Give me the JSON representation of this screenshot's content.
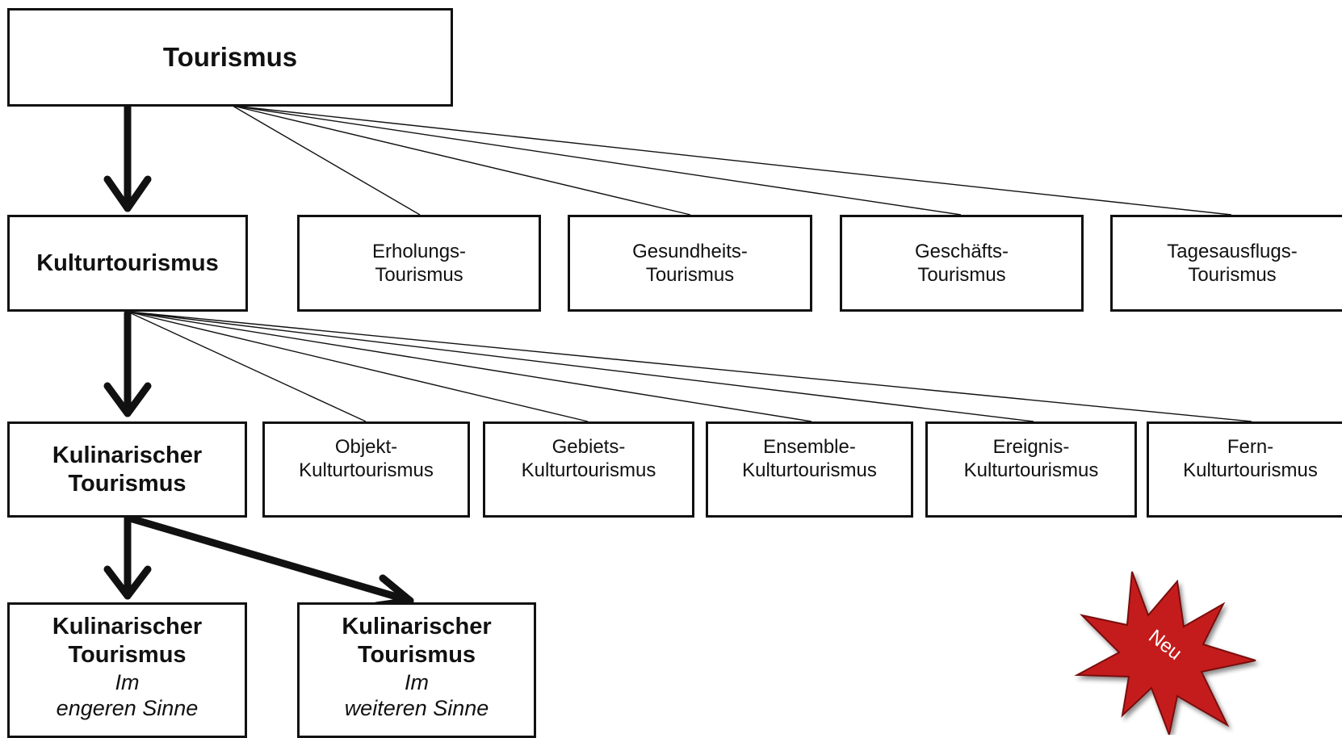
{
  "nodes": {
    "tourismus": "Tourismus",
    "kulturtourismus": "Kulturtourismus",
    "erholung": [
      "Erholungs-",
      "Tourismus"
    ],
    "gesundheit": [
      "Gesundheits-",
      "Tourismus"
    ],
    "geschaeft": [
      "Geschäfts-",
      "Tourismus"
    ],
    "tagesausflug": [
      "Tagesausflugs-",
      "Tourismus"
    ],
    "kulinarisch": [
      "Kulinarischer",
      "Tourismus"
    ],
    "objekt": [
      "Objekt-",
      "Kulturtourismus"
    ],
    "gebiet": [
      "Gebiets-",
      "Kulturtourismus"
    ],
    "ensemble": [
      "Ensemble-",
      "Kulturtourismus"
    ],
    "ereignis": [
      "Ereignis-",
      "Kulturtourismus"
    ],
    "fern": [
      "Fern-",
      "Kulturtourismus"
    ],
    "eng": {
      "title": [
        "Kulinarischer",
        "Tourismus"
      ],
      "sub": [
        "Im",
        "engeren Sinne"
      ]
    },
    "weit": {
      "title": [
        "Kulinarischer",
        "Tourismus"
      ],
      "sub": [
        "Im",
        "weiteren Sinne"
      ]
    }
  },
  "badge": {
    "label": "Neu",
    "color": "#c41e1e"
  }
}
